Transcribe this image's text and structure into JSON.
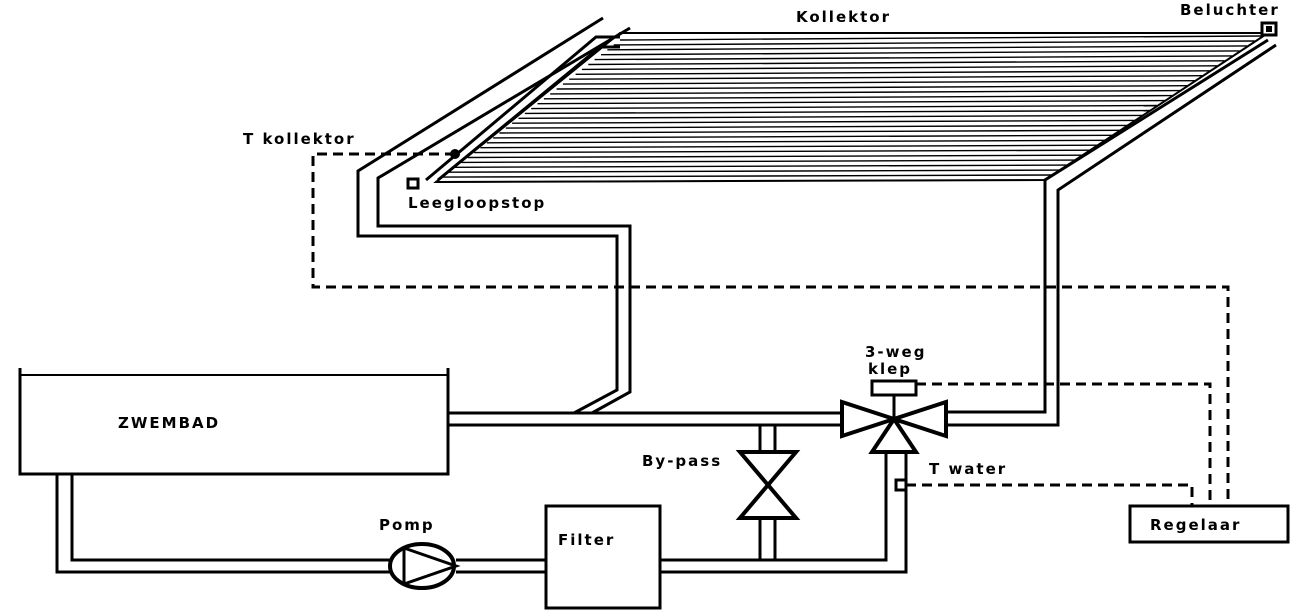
{
  "labels": {
    "kollektor": "Kollektor",
    "beluchter": "Beluchter",
    "t_kollektor": "T kollektor",
    "leegloopstop": "Leegloopstop",
    "klep_line1": "3-weg",
    "klep_line2": "klep",
    "zwembad": "ZWEMBAD",
    "bypass": "By-pass",
    "t_water": "T water",
    "regelaar": "Regelaar",
    "pomp": "Pomp",
    "filter": "Filter"
  },
  "collector": {
    "tube_count": 30
  }
}
